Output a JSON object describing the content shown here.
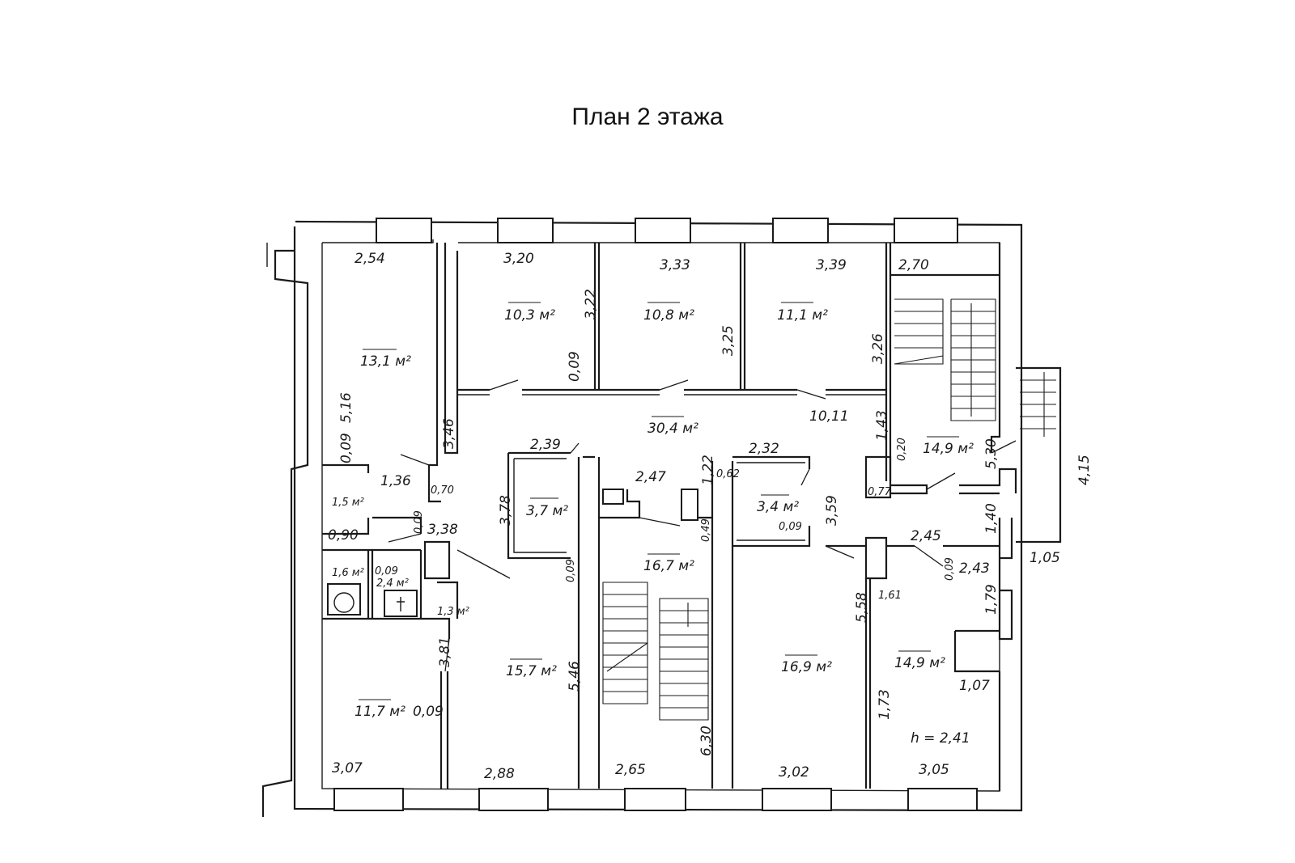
{
  "title": "План 2 этажа",
  "areas": {
    "a1": "13,1 м²",
    "a2": "10,3 м²",
    "a3": "10,8 м²",
    "a4": "11,1 м²",
    "a5": "30,4 м²",
    "a6": "3,7 м²",
    "a7": "3,4 м²",
    "a8": "14,9 м²",
    "a9": "16,7 м²",
    "a10": "15,7 м²",
    "a11": "16,9 м²",
    "a12": "14,9 м²",
    "a13": "11,7 м²",
    "a14": "1,5 м²",
    "a15": "1,6 м²",
    "a16": "2,4 м²",
    "a17": "1,3 м²"
  },
  "dims": {
    "d1": "2,54",
    "d2": "3,20",
    "d3": "3,33",
    "d4": "3,39",
    "d5": "2,70",
    "d6": "3,22",
    "d7": "3,25",
    "d8": "3,26",
    "d9": "0,09",
    "d10": "5,16",
    "d11": "0,09",
    "d12": "3,46",
    "d13": "10,11",
    "d14": "1,43",
    "d15": "2,39",
    "d16": "2,32",
    "d17": "2,47",
    "d18": "1,22",
    "d19": "0,62",
    "d20": "1,36",
    "d21": "0,70",
    "d22": "3,78",
    "d23": "3,59",
    "d24": "0,09",
    "d25": "0,20",
    "d26": "0,77",
    "d27": "5,30",
    "d28": "1,40",
    "d29": "4,15",
    "d30": "1,05",
    "d31": "2,45",
    "d32": "2,43",
    "d33": "0,09",
    "d34": "1,79",
    "d35": "0,90",
    "d36": "0,09",
    "d37": "3,38",
    "d38": "0,09",
    "d39": "0,49",
    "d40": "0,09",
    "d41": "5,58",
    "d42": "1,61",
    "d43": "3,81",
    "d44": "5,46",
    "d45": "0,09",
    "d46": "6,30",
    "d47": "1,73",
    "d48": "1,07",
    "d49": "h = 2,41",
    "d50": "3,07",
    "d51": "2,88",
    "d52": "2,65",
    "d53": "3,02",
    "d54": "3,05"
  }
}
